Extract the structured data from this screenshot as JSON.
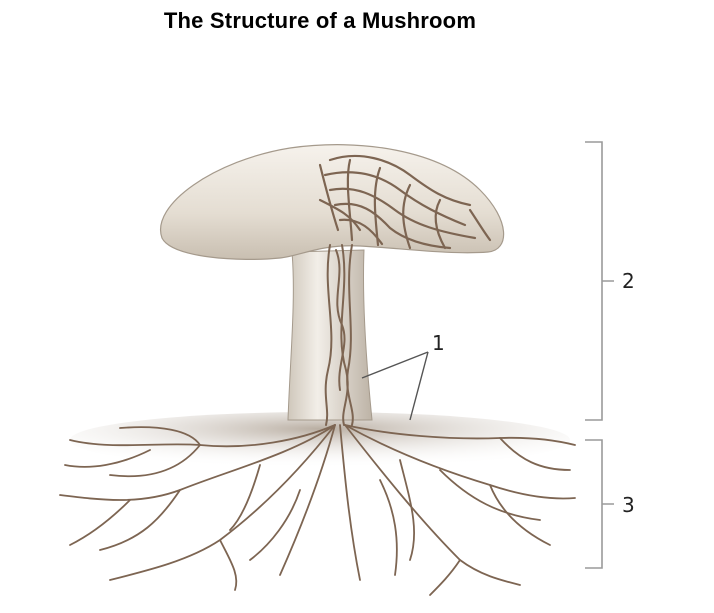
{
  "title": "The Structure of a Mushroom",
  "labels": {
    "label_1": "1",
    "label_2": "2",
    "label_3": "3"
  },
  "colors": {
    "cap": "#ece6dc",
    "hyphae": "#7d6552",
    "bracket": "#9a9a9a"
  }
}
